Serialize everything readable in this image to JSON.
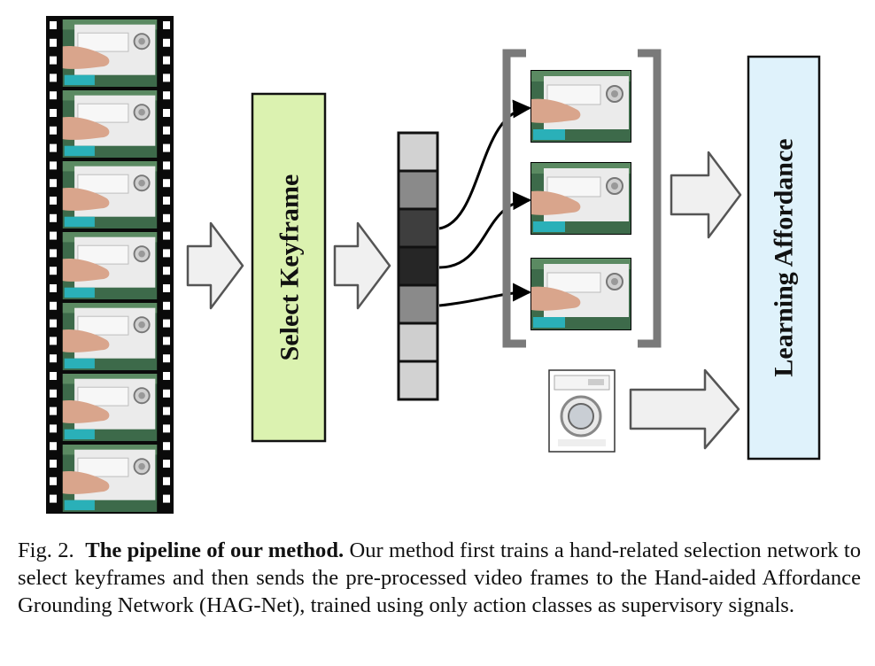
{
  "figure": {
    "select_box": {
      "label": "Select Keyframe",
      "fill": "#dbf2b0"
    },
    "learn_box": {
      "label": "Learning Affordance",
      "fill": "#dff2fb"
    },
    "feature_cells": [
      "#d2d2d2",
      "#8a8a8a",
      "#3e3e3e",
      "#262626",
      "#8a8a8a",
      "#cfcfcf",
      "#d2d2d2"
    ],
    "colors": {
      "arrow_fill": "#f0f0f0",
      "arrow_stroke": "#555555",
      "bracket": "#7a7a7a"
    },
    "icons": [
      "film-strip",
      "video-frame",
      "washing-machine-image"
    ]
  },
  "caption": {
    "fig_label": "Fig. 2.",
    "bold_title": "The pipeline of our method.",
    "text": "Our method first trains a hand-related selection network to select keyframes and then sends the pre-processed video frames to the Hand-aided Affordance Grounding Network (HAG-Net), trained using only action classes as supervisory signals."
  }
}
